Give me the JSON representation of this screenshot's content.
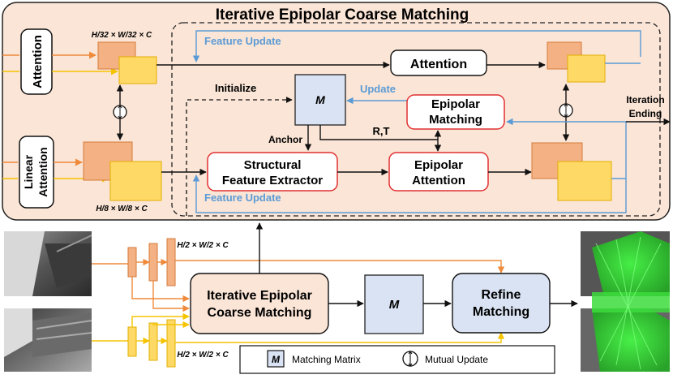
{
  "top_panel": {
    "title": "Iterative Epipolar Coarse Matching",
    "attention_label": "Attention",
    "linear_label_1": "Linear",
    "linear_label_2": "Attention",
    "scale_coarse": "H/32 × W/32 × C",
    "scale_fine": "H/8 × W/8 × C",
    "feature_update_top": "Feature Update",
    "feature_update_bottom": "Feature Update",
    "attention_block": "Attention",
    "initialize": "Initialize",
    "m_label": "M",
    "update": "Update",
    "anchor": "Anchor",
    "rt": "R,T",
    "epipolar_matching_1": "Epipolar",
    "epipolar_matching_2": "Matching",
    "structural_1": "Structural",
    "structural_2": "Feature Extractor",
    "epipolar_attention_1": "Epipolar",
    "epipolar_attention_2": "Attention",
    "iteration_1": "Iteration",
    "iteration_2": "Ending"
  },
  "bottom_panel": {
    "scale_top": "H/2 × W/2 × C",
    "scale_bottom": "H/2 × W/2 × C",
    "coarse_1": "Iterative Epipolar",
    "coarse_2": "Coarse Matching",
    "m_label": "M",
    "refine_1": "Refine",
    "refine_2": "Matching"
  },
  "legend": {
    "m_label": "M",
    "matching_matrix": "Matching Matrix",
    "mutual_update": "Mutual Update"
  },
  "colors": {
    "orange_line": "#ee8a3a",
    "yellow_line": "#f5c400",
    "blue_line": "#5b9bd5",
    "panel_fill": "#fbe5d6",
    "red_border": "#e03030",
    "m_fill": "#dae3f3"
  }
}
